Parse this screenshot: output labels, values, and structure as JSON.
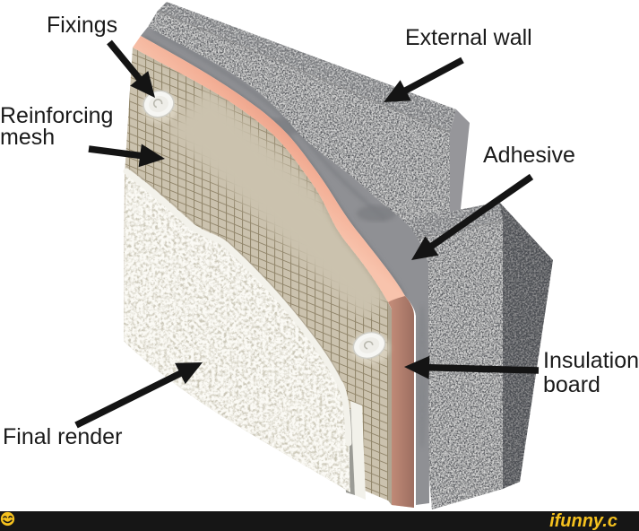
{
  "diagram": {
    "labels": {
      "fixings": "Fixings",
      "external_wall": "External wall",
      "reinforcing_mesh_line1": "Reinforcing",
      "reinforcing_mesh_line2": "mesh",
      "adhesive": "Adhesive",
      "insulation_board_line1": "Insulation",
      "insulation_board_line2": "board",
      "final_render": "Final render"
    },
    "colors": {
      "insulation_face": "#f4b39c",
      "insulation_edge": "#b2806f",
      "basecoat_tan": "#cbc2ae",
      "mesh_line": "#8b7f63",
      "render_white": "#e9e7de",
      "wall_concrete": "#a9a9a9",
      "adhesive_gray": "#8f9094",
      "arrow_black": "#141414",
      "label_text": "#1a1a1a"
    }
  },
  "watermark": {
    "text": "ifunny.c",
    "smiley": "☺",
    "text_color": "#f5c11e",
    "bar_color": "#161616"
  }
}
